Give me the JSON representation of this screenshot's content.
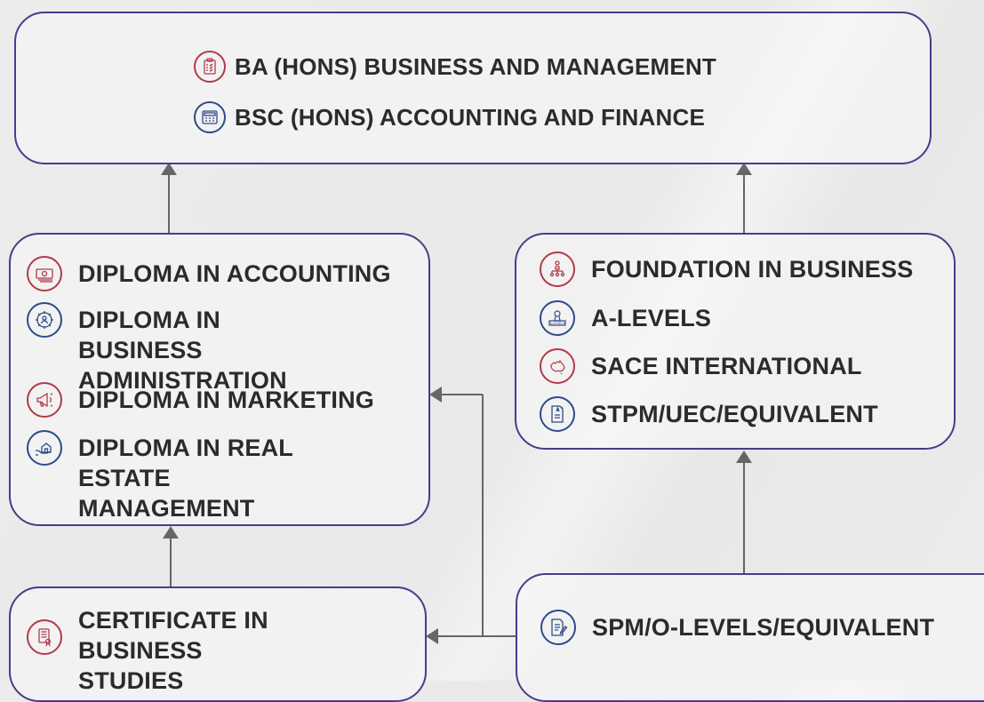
{
  "colors": {
    "box_border": "#4b3a8c",
    "icon_red": "#b23a48",
    "icon_blue": "#2f4a8a",
    "connector": "#666666",
    "text": "#2b2b2b"
  },
  "degrees": [
    {
      "label": "BA (HONS) BUSINESS AND MANAGEMENT",
      "icon": "clipboard-checklist-icon"
    },
    {
      "label": "BSC (HONS) ACCOUNTING AND FINANCE",
      "icon": "calculator-icon"
    }
  ],
  "diplomas": [
    {
      "label": "DIPLOMA IN ACCOUNTING",
      "icon": "banknote-icon"
    },
    {
      "label": "DIPLOMA IN BUSINESS ADMINISTRATION",
      "icon": "gear-person-icon"
    },
    {
      "label": "DIPLOMA IN MARKETING",
      "icon": "megaphone-icon"
    },
    {
      "label": "DIPLOMA IN REAL ESTATE MANAGEMENT",
      "icon": "hand-house-icon"
    }
  ],
  "foundation": [
    {
      "label": "FOUNDATION IN BUSINESS",
      "icon": "org-chart-icon"
    },
    {
      "label": "A-LEVELS",
      "icon": "a-levels-badge-icon"
    },
    {
      "label": "SACE INTERNATIONAL",
      "icon": "australia-map-icon"
    },
    {
      "label": "STPM/UEC/EQUIVALENT",
      "icon": "graded-paper-icon"
    }
  ],
  "certificate": {
    "label": "CERTIFICATE IN BUSINESS STUDIES",
    "icon": "certificate-icon"
  },
  "entry": {
    "label": "SPM/O-LEVELS/EQUIVALENT",
    "icon": "document-pen-icon"
  },
  "icon_text": {
    "a_levels": "A-LEVELS"
  }
}
